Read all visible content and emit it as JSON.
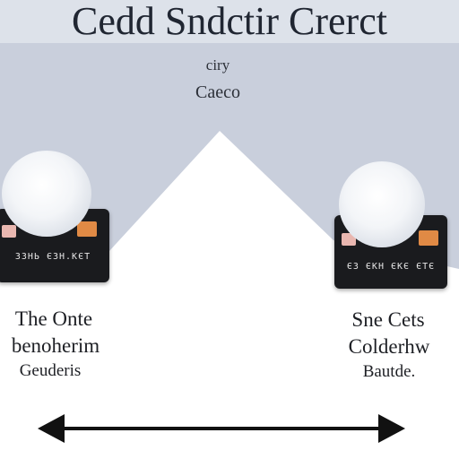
{
  "header": {
    "title": "Cedd Sndctir Crerct",
    "subtitle_line1": "ciry",
    "subtitle_line2": "Caeco"
  },
  "left_card": {
    "number_text": "ЗЗНЬ ЄЗН.КЄТ"
  },
  "right_card": {
    "number_text": "ЄЗ ЄКН ЄКЄ ЄТЄ"
  },
  "left_label": {
    "line1": "The Onte",
    "line2": "benoherim",
    "line3": "Geuderis"
  },
  "right_label": {
    "line1": "Sne Cets",
    "line2": "Colderhw",
    "line3": "Bautde."
  },
  "colors": {
    "sky": "#c9cfdc",
    "title_band": "#dde2ea",
    "mountain": "#ffffff",
    "card": "#1a1b1e",
    "chip_pink": "#e9b7b0",
    "chip_orange": "#e08a45",
    "text": "#1d1f24"
  },
  "icons": [
    "snowball-icon",
    "credit-card-icon",
    "double-headed-arrow-icon"
  ]
}
